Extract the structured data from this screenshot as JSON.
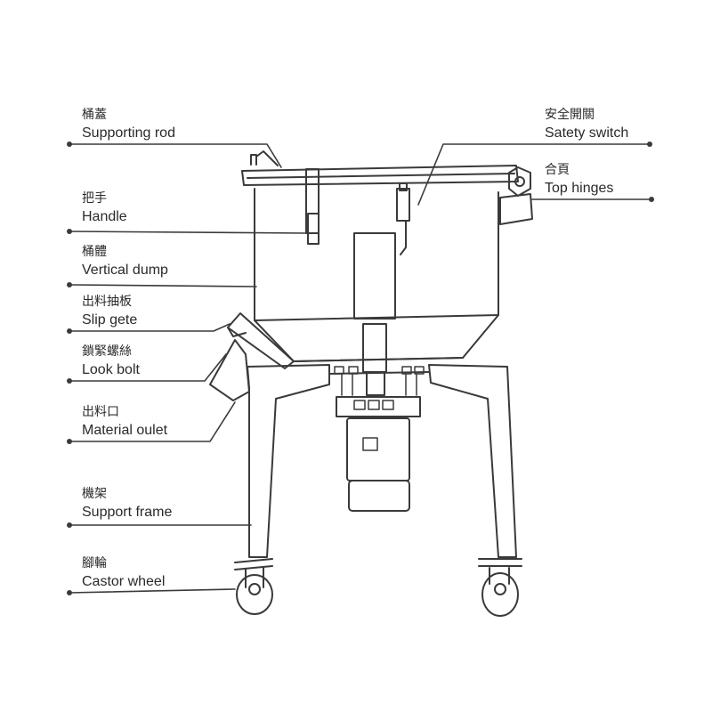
{
  "labels": {
    "lid": {
      "zh": "桶蓋",
      "en": "Supporting rod"
    },
    "handle": {
      "zh": "把手",
      "en": "Handle"
    },
    "body": {
      "zh": "桶體",
      "en": "Vertical dump"
    },
    "gate": {
      "zh": "出料抽板",
      "en": "Slip gete"
    },
    "bolt": {
      "zh": "鎖緊螺絲",
      "en": "Look bolt"
    },
    "outlet": {
      "zh": "出料口",
      "en": "Material oulet"
    },
    "frame": {
      "zh": "機架",
      "en": "Support frame"
    },
    "wheel": {
      "zh": "腳輪",
      "en": "Castor wheel"
    },
    "safety": {
      "zh": "安全開關",
      "en": "Satety switch"
    },
    "hinges": {
      "zh": "合頁",
      "en": "Top hinges"
    }
  },
  "colors": {
    "line": "#3a3a3a",
    "text": "#2a2a2a",
    "background": "#ffffff"
  }
}
